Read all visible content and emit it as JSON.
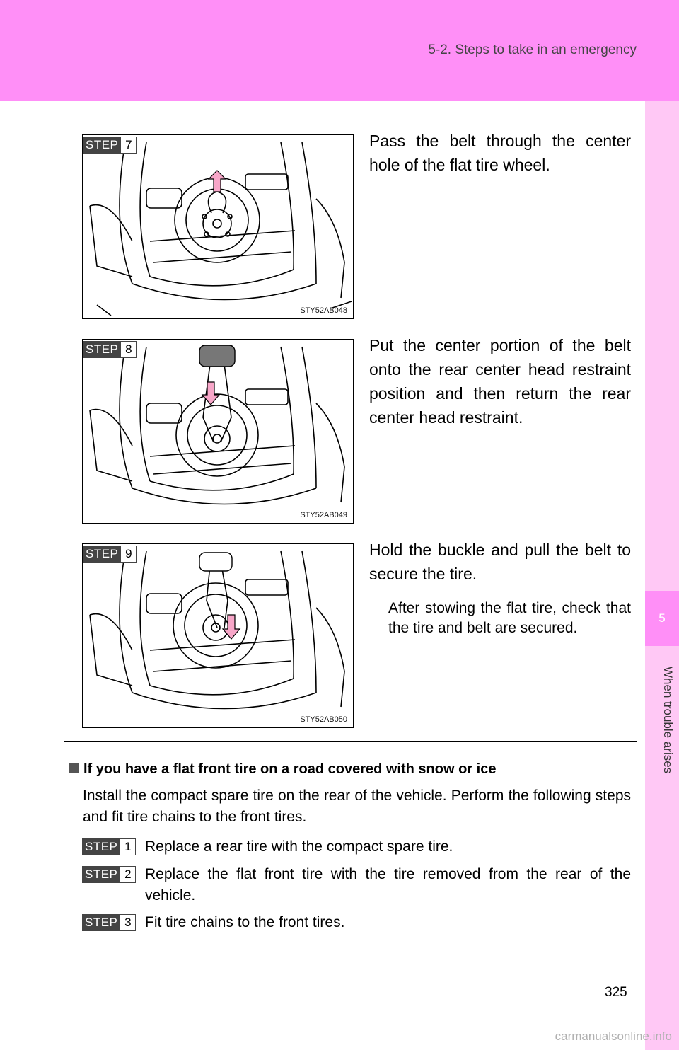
{
  "header": {
    "title": "5-2. Steps to take in an emergency"
  },
  "side_tab": {
    "chapter_number": "5",
    "chapter_label": "When trouble arises"
  },
  "steps": [
    {
      "badge_label": "STEP",
      "number": "7",
      "text": "Pass the belt through the center hole of the flat tire wheel.",
      "image_code": "STY52AB048"
    },
    {
      "badge_label": "STEP",
      "number": "8",
      "text": "Put the center portion of the belt onto the rear center head restraint position and then return the rear center head restraint.",
      "image_code": "STY52AB049"
    },
    {
      "badge_label": "STEP",
      "number": "9",
      "text": "Hold the buckle and pull the belt to secure the tire.",
      "note": "After stowing the flat tire, check that the tire and belt are secured.",
      "image_code": "STY52AB050"
    }
  ],
  "section": {
    "heading": "If you have a flat front tire on a road covered with snow or ice",
    "body": "Install the compact spare tire on the rear of the vehicle. Perform the following steps and fit tire chains to the front tires.",
    "substeps": [
      {
        "badge_label": "STEP",
        "number": "1",
        "text": "Replace a rear tire with the compact spare tire."
      },
      {
        "badge_label": "STEP",
        "number": "2",
        "text": "Replace the flat front tire with the tire removed from the rear of the vehicle."
      },
      {
        "badge_label": "STEP",
        "number": "3",
        "text": "Fit tire chains to the front tires."
      }
    ]
  },
  "colors": {
    "header_pink": "#ff8ff7",
    "side_pink": "#ffc8f5",
    "arrow_pink": "#f7a6c8"
  },
  "page": {
    "number": "325"
  },
  "watermark": "carmanualsonline.info"
}
